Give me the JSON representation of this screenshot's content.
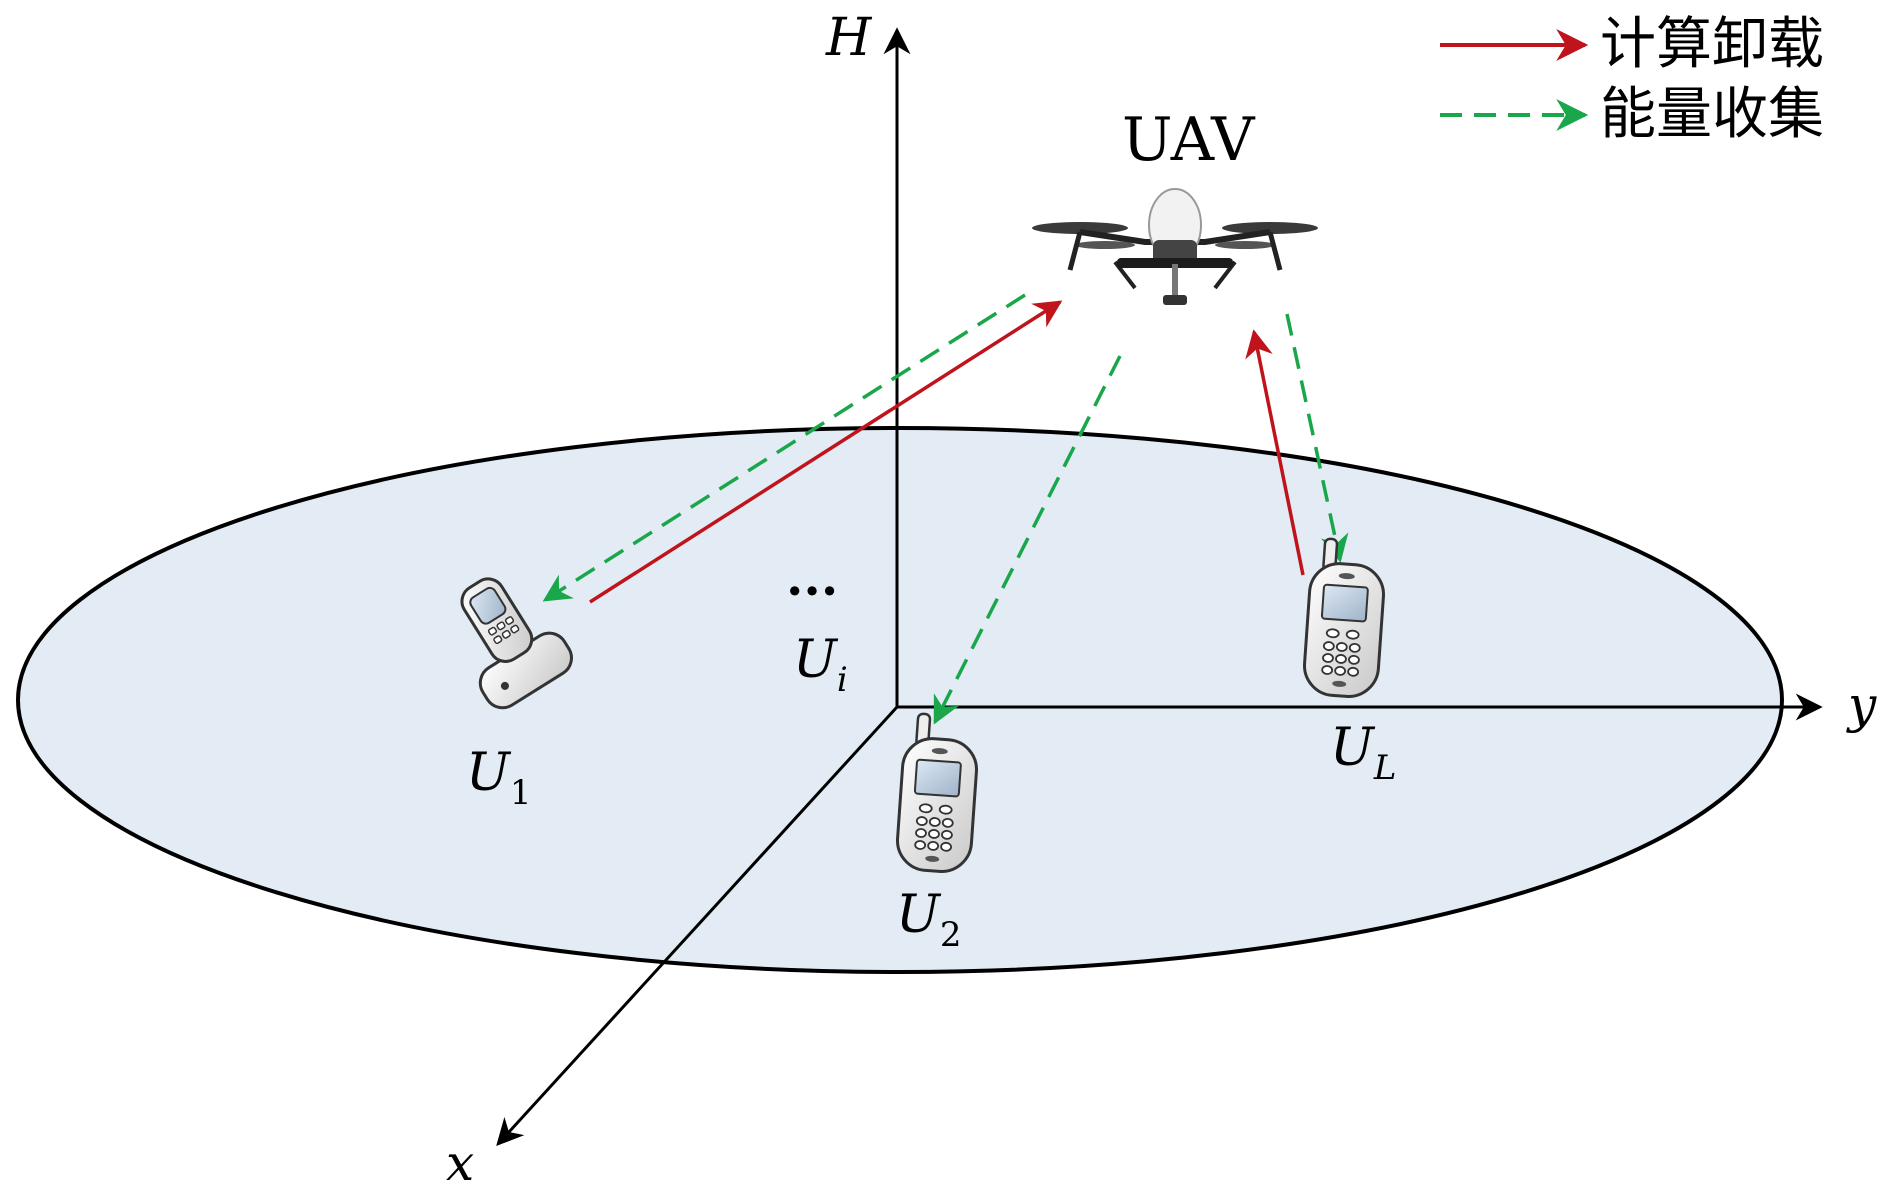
{
  "axes": {
    "h_label": "H",
    "y_label": "y",
    "x_label": "x"
  },
  "uav": {
    "label": "UAV"
  },
  "legend": {
    "offload_label": "计算卸载",
    "harvest_label": "能量收集",
    "offload_color": "#c0141c",
    "harvest_color": "#1aa64a"
  },
  "users": {
    "u1": {
      "base": "U",
      "sub": "1"
    },
    "u2": {
      "base": "U",
      "sub": "2"
    },
    "ui": {
      "base": "U",
      "sub": "i"
    },
    "ul": {
      "base": "U",
      "sub": "L"
    },
    "ellipsis": "···"
  },
  "colors": {
    "ground_fill": "#e3ecf5",
    "axis": "#000000"
  }
}
